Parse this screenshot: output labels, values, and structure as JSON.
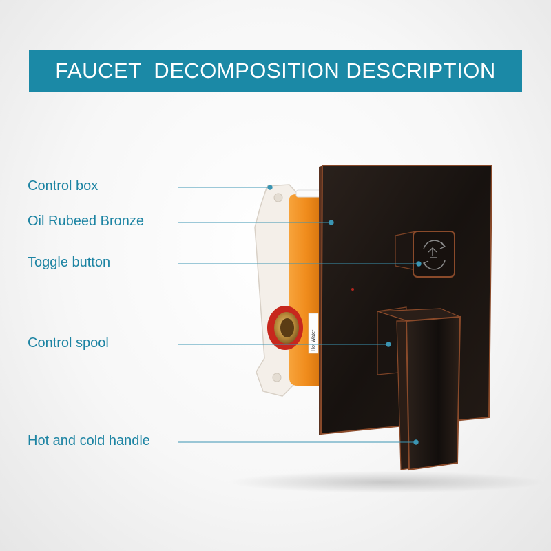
{
  "header": {
    "title": "FAUCET  DECOMPOSITION DESCRIPTION"
  },
  "labels": [
    {
      "text": "Control box"
    },
    {
      "text": "Oil Rubeed Bronze"
    },
    {
      "text": "Toggle button"
    },
    {
      "text": "Control spool"
    },
    {
      "text": "Hot and cold handle"
    }
  ],
  "product": {
    "port_label": "Hot Water"
  },
  "colors": {
    "banner": "#1b89a6",
    "label_text": "#1d84a3",
    "leader_line": "#3b95b3",
    "box_orange": "#f08c1c",
    "bracket_white": "#f4efe9",
    "bronze_black": "#1b1613",
    "bronze_edge": "#8a4a2a"
  }
}
